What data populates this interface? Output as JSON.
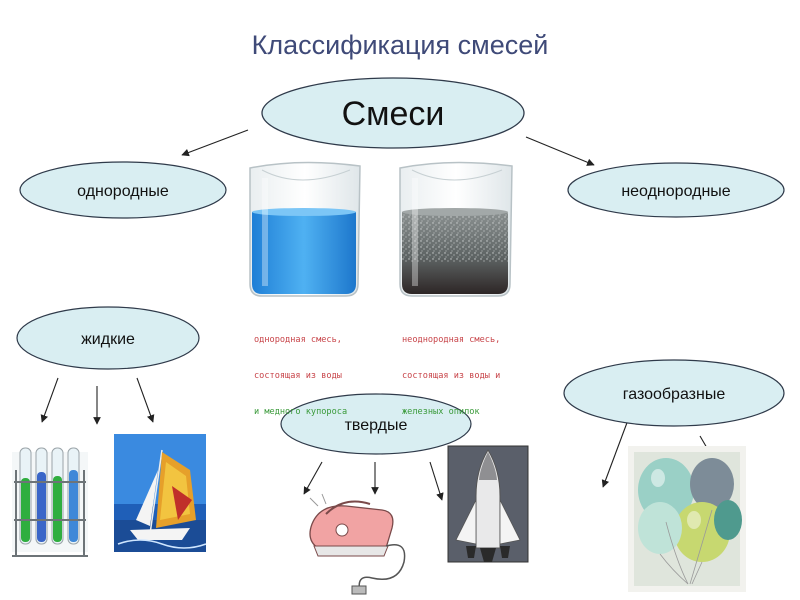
{
  "title": "Классификация смесей",
  "nodes": {
    "root": "Смеси",
    "homogeneous": "однородные",
    "heterogeneous": "неоднородные",
    "liquid": "жидкие",
    "solid": "твердые",
    "gaseous": "газообразные"
  },
  "captions": {
    "left": {
      "line1": "однородная смесь,",
      "line2": "состоящая из воды",
      "line3": "и медного купороса"
    },
    "right": {
      "line1": "неоднородная смесь,",
      "line2": "состоящая из воды и",
      "line3": "железных опилок"
    }
  },
  "colors": {
    "node_fill": "#d9eef2",
    "node_stroke": "#2f3a4a",
    "title": "#3f4a78",
    "caption_red": "#c8454a",
    "caption_green": "#3a9a3a",
    "blue_liquid": "#2e8fe0"
  },
  "images": [
    "test-tubes-image",
    "sailboat-image",
    "iron-image",
    "space-shuttle-image",
    "balloons-image",
    "blue-beaker-image",
    "iron-filings-beaker-image"
  ]
}
